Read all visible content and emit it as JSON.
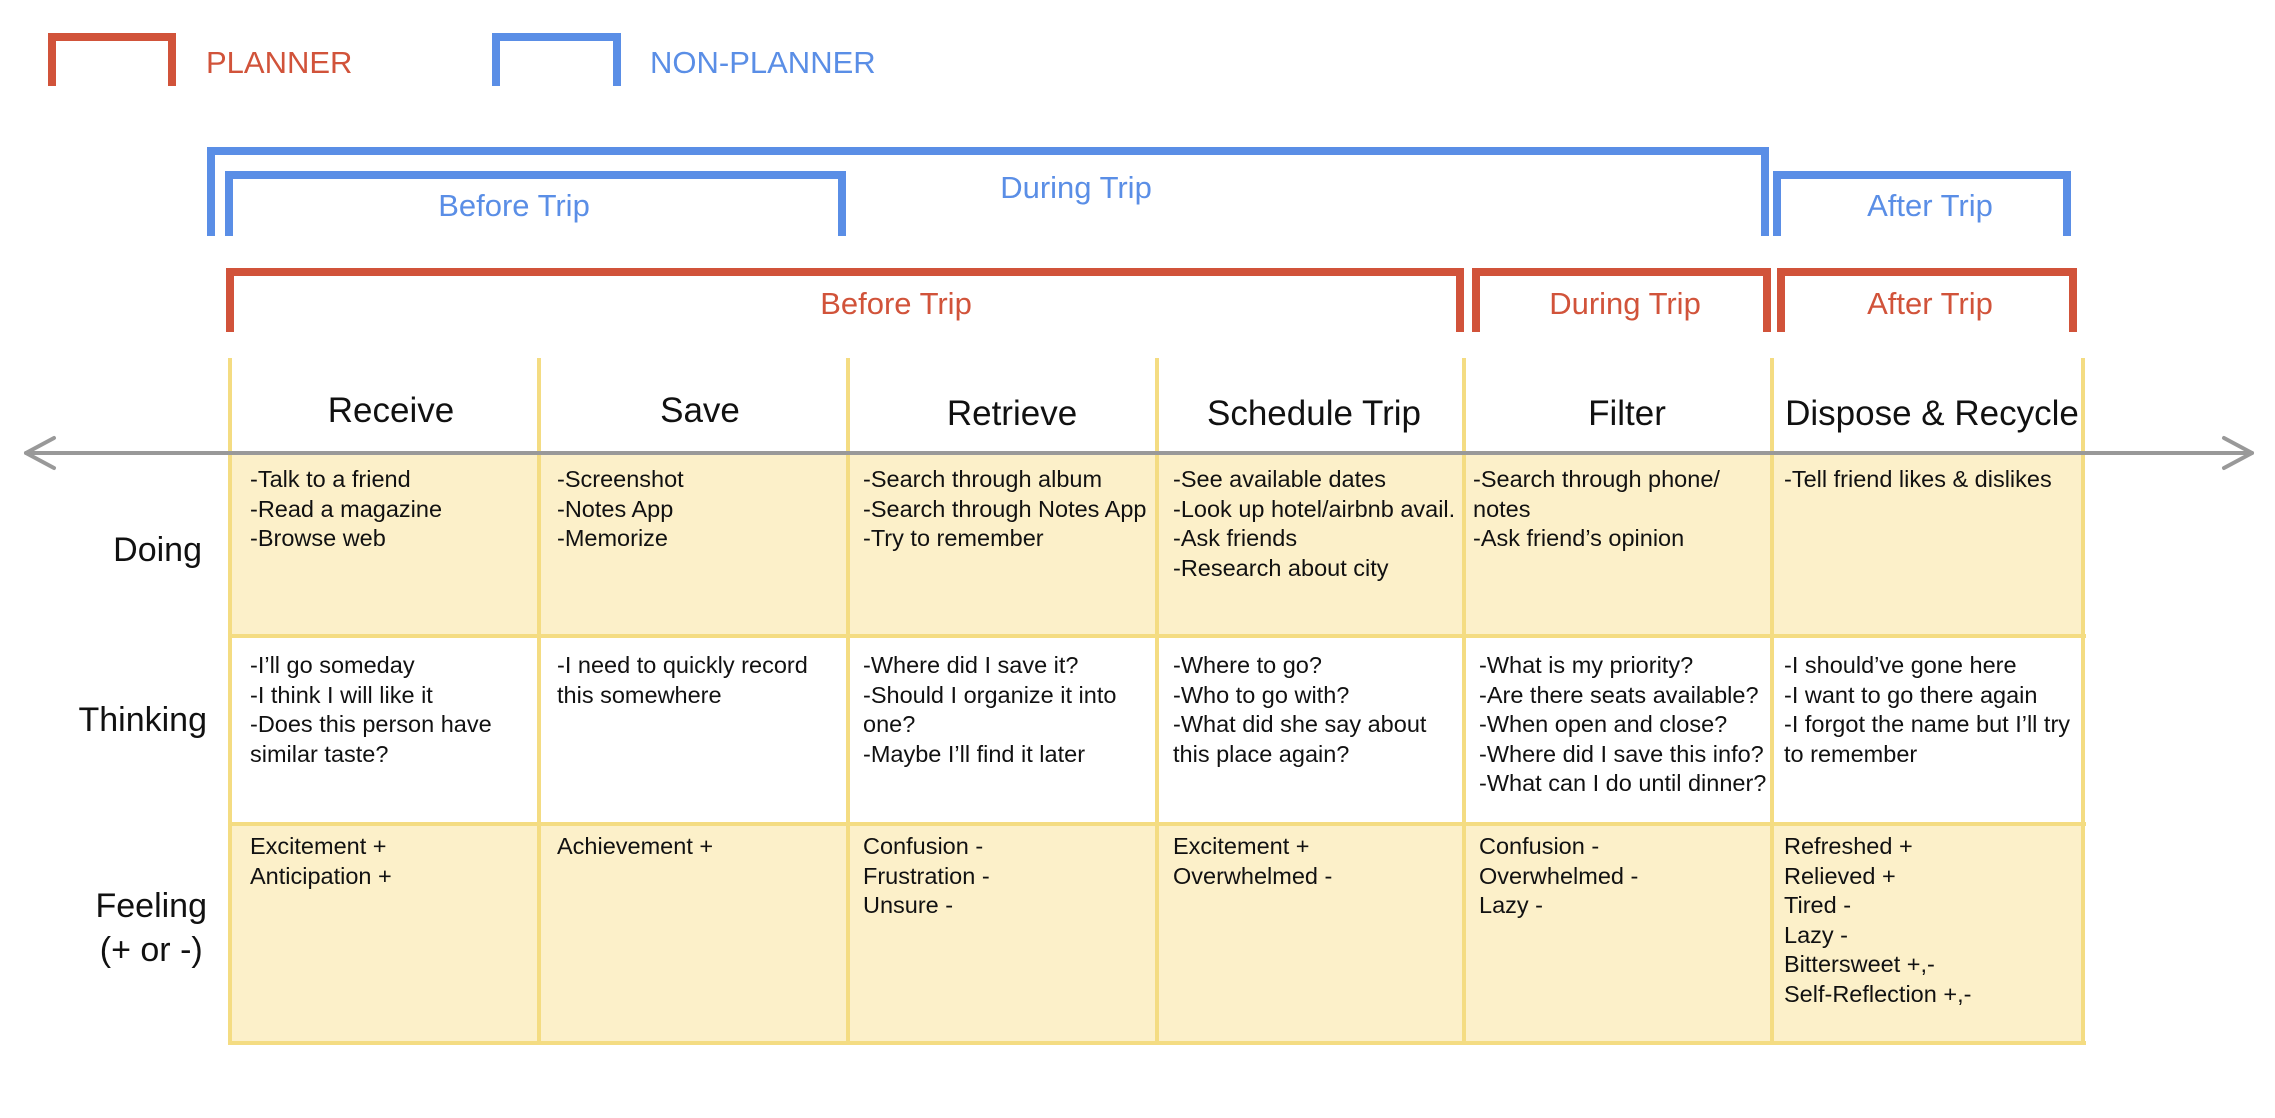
{
  "colors": {
    "planner": "#d1533a",
    "non_planner": "#5a8ee6",
    "cell_fill": "#fcf0c9",
    "grid_line": "#f4dc82",
    "arrow": "#999999"
  },
  "legend": {
    "planner": "PLANNER",
    "non_planner": "NON-PLANNER"
  },
  "non_planner_phases": {
    "before": "Before Trip",
    "during": "During Trip",
    "after": "After Trip"
  },
  "planner_phases": {
    "before": "Before Trip",
    "during": "During Trip",
    "after": "After Trip"
  },
  "columns": [
    "Receive",
    "Save",
    "Retrieve",
    "Schedule Trip",
    "Filter",
    "Dispose & Recycle"
  ],
  "rows": {
    "doing": "Doing",
    "thinking": "Thinking",
    "feeling_1": "Feeling",
    "feeling_2": "(+ or -)"
  },
  "doing": [
    [
      "-Talk to a friend",
      "-Read a magazine",
      "-Browse web"
    ],
    [
      "-Screenshot",
      "-Notes App",
      "-Memorize"
    ],
    [
      "-Search through album",
      "-Search through Notes App",
      "-Try to remember"
    ],
    [
      "-See available dates",
      "-Look up hotel/airbnb avail.",
      "-Ask friends",
      "-Research about city"
    ],
    [
      "-Search through phone/",
      "notes",
      "-Ask friend’s opinion"
    ],
    [
      "-Tell friend likes & dislikes"
    ]
  ],
  "thinking": [
    [
      "-I’ll go someday",
      "-I think I will like it",
      "-Does this person have",
      "similar taste?"
    ],
    [
      "-I need to quickly record",
      "this somewhere"
    ],
    [
      "-Where did I save it?",
      "-Should I organize it into",
      "one?",
      "-Maybe I’ll find it later"
    ],
    [
      "-Where to go?",
      "-Who to go with?",
      "-What did she say about",
      "this place again?"
    ],
    [
      "-What is my priority?",
      "-Are there seats available?",
      "-When open and close?",
      "-Where did I save this info?",
      "-What can I do until dinner?"
    ],
    [
      "-I should’ve gone here",
      "-I want to go there again",
      "-I forgot the name but I’ll try",
      "to remember"
    ]
  ],
  "feeling": [
    [
      "Excitement +",
      "Anticipation +"
    ],
    [
      "Achievement +"
    ],
    [
      "Confusion -",
      "Frustration -",
      "Unsure -"
    ],
    [
      "Excitement +",
      "Overwhelmed -"
    ],
    [
      "Confusion -",
      "Overwhelmed -",
      "Lazy -"
    ],
    [
      "Refreshed +",
      "Relieved +",
      "Tired -",
      "Lazy -",
      "Bittersweet +,-",
      "Self-Reflection +,-"
    ]
  ]
}
